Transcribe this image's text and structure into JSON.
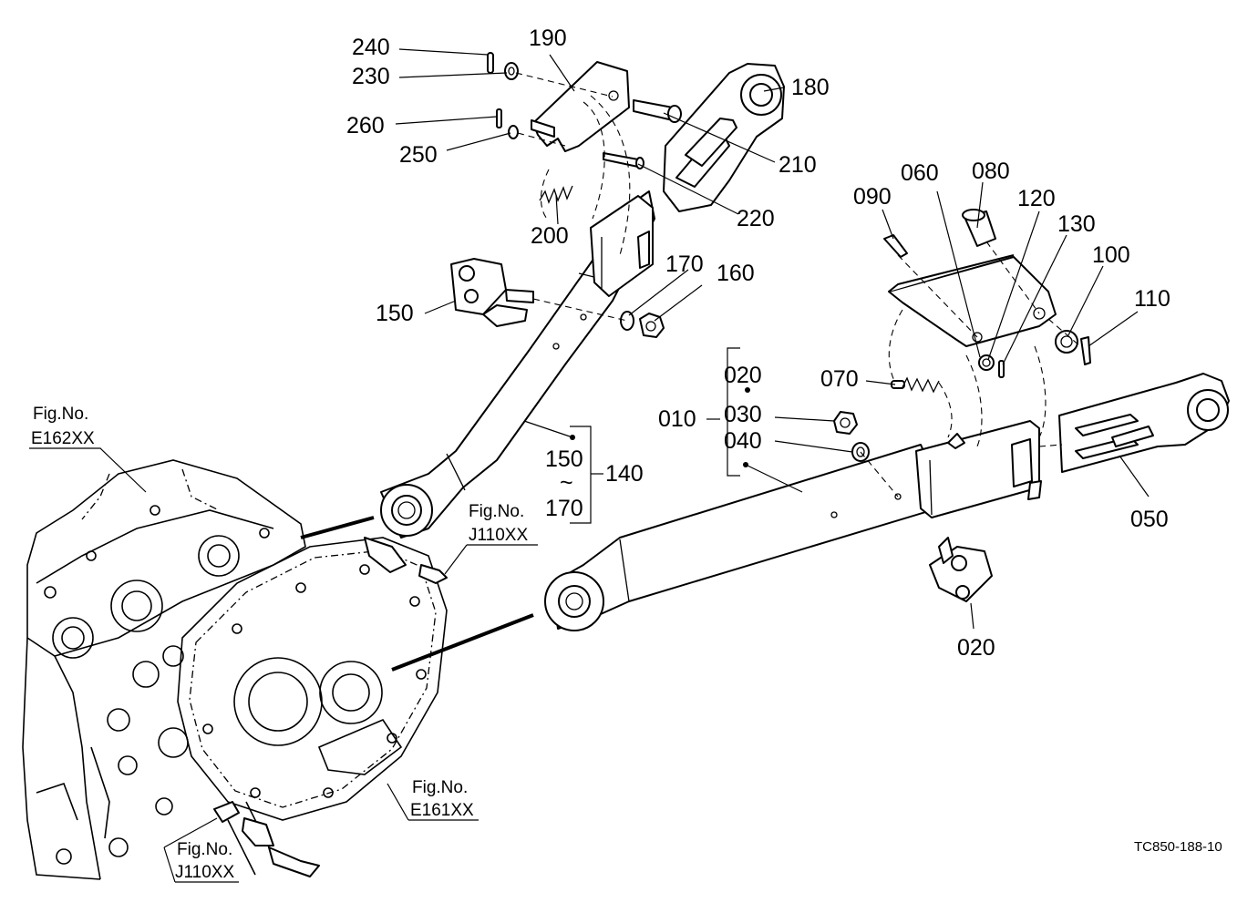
{
  "drawing_code": "TC850-188-10",
  "callouts": {
    "p240": "240",
    "p230": "230",
    "p190": "190",
    "p180": "180",
    "p260": "260",
    "p250": "250",
    "p210": "210",
    "p220": "220",
    "p200": "200",
    "p170": "170",
    "p160": "160",
    "p150": "150",
    "p150_range": "150",
    "p170_range": "170",
    "p140": "140",
    "p060": "060",
    "p080": "080",
    "p090": "090",
    "p120": "120",
    "p130": "130",
    "p100": "100",
    "p110": "110",
    "p020_top": "020",
    "p070": "070",
    "p010": "010",
    "p030": "030",
    "p040": "040",
    "p050": "050",
    "p020_bottom": "020"
  },
  "tilde": "~",
  "figure_refs": {
    "fig_e162": {
      "line1": "Fig.No.",
      "line2": "E162XX"
    },
    "fig_j110_a": {
      "line1": "Fig.No.",
      "line2": "J110XX"
    },
    "fig_e161": {
      "line1": "Fig.No.",
      "line2": "E161XX"
    },
    "fig_j110_b": {
      "line1": "Fig.No.",
      "line2": "J110XX"
    }
  }
}
